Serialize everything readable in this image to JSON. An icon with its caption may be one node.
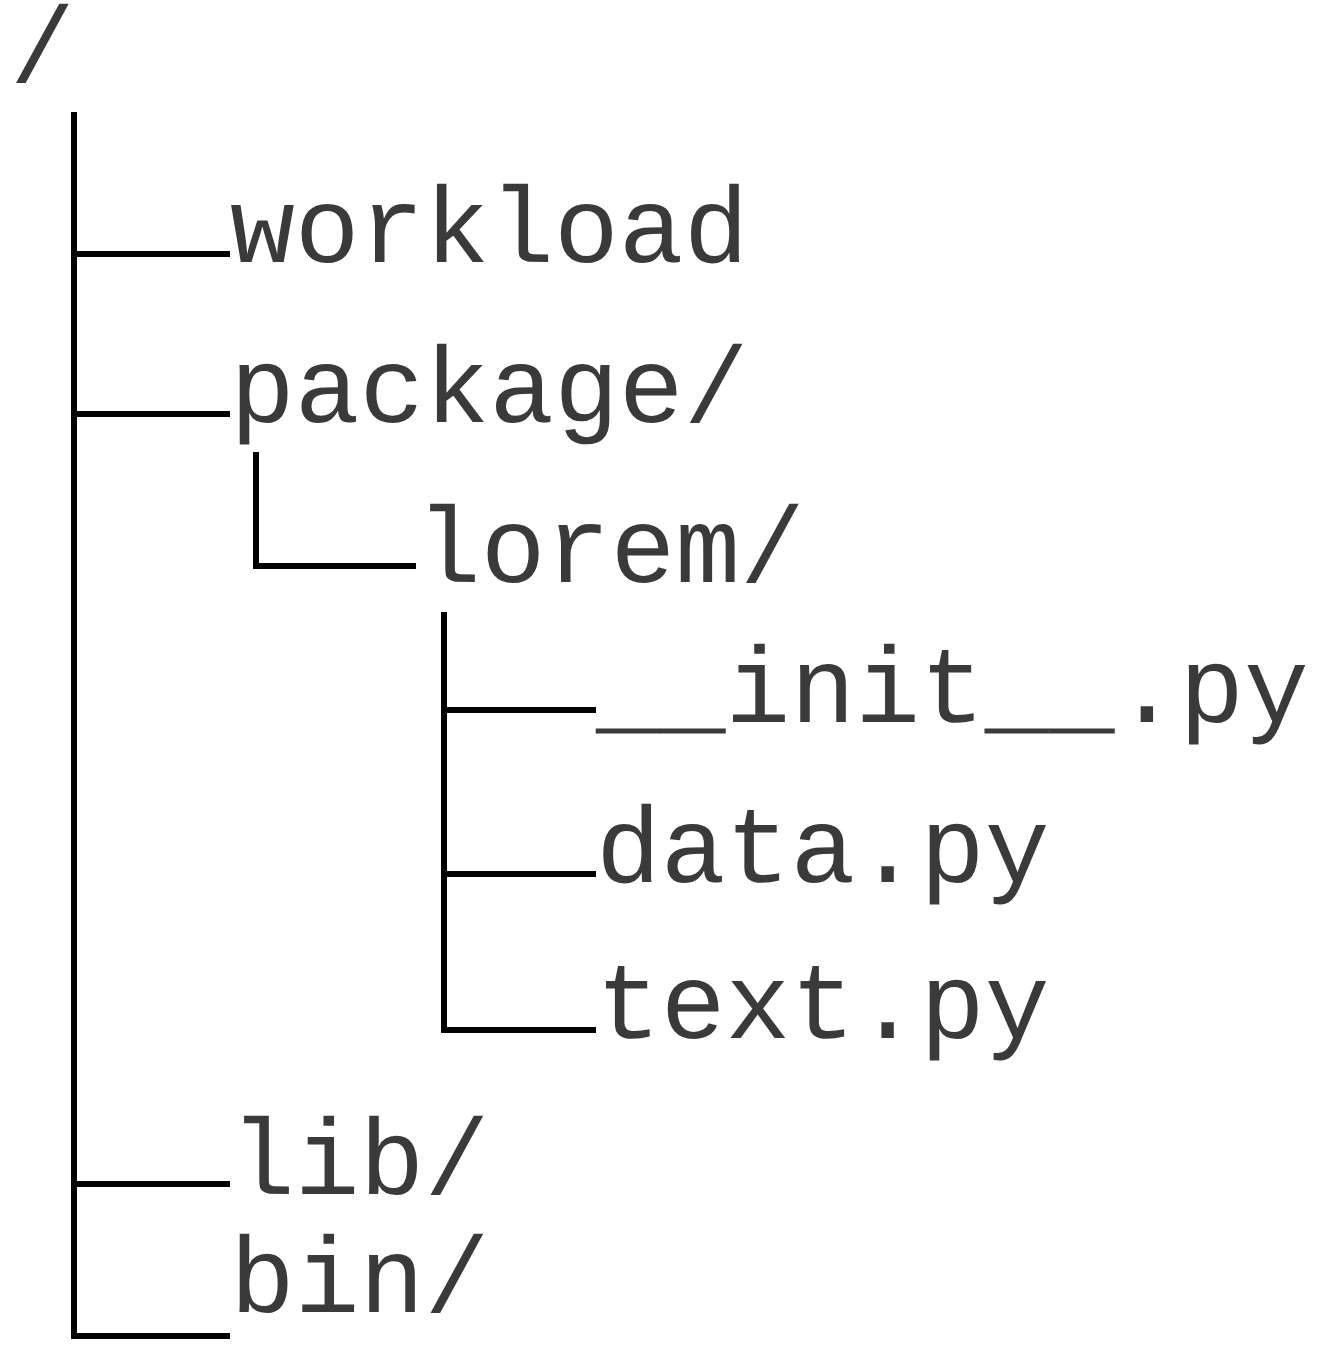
{
  "diagram": {
    "nodes": [
      {
        "text": [
          "/"
        ]
      },
      {
        "text": [
          "workload"
        ]
      },
      {
        "text": [
          "package/"
        ]
      },
      {
        "text": [
          "lorem/"
        ]
      },
      {
        "text": [
          "__init__.py"
        ]
      },
      {
        "text": [
          "data.py"
        ]
      },
      {
        "text": [
          "text.py"
        ]
      },
      {
        "text": [
          "lib/"
        ]
      },
      {
        "text": [
          "bin/"
        ]
      }
    ],
    "edges": [
      {
        "from": 0,
        "to": 1,
        "arrow": "none"
      },
      {
        "from": 0,
        "to": 2,
        "arrow": "none"
      },
      {
        "from": 2,
        "to": 3,
        "arrow": "none"
      },
      {
        "from": 3,
        "to": 4,
        "arrow": "none"
      },
      {
        "from": 3,
        "to": 5,
        "arrow": "none"
      },
      {
        "from": 3,
        "to": 6,
        "arrow": "none"
      },
      {
        "from": 0,
        "to": 7,
        "arrow": "none"
      },
      {
        "from": 0,
        "to": 8,
        "arrow": "none"
      }
    ]
  }
}
